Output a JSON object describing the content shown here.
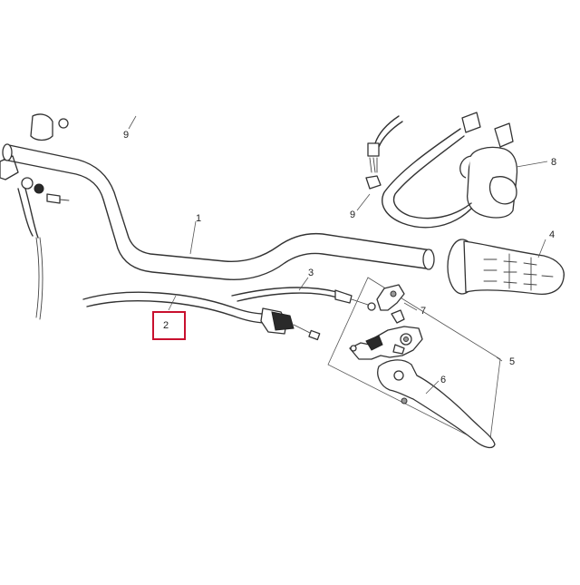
{
  "diagram": {
    "highlight_color": "#c8102e",
    "callouts": [
      {
        "id": "label-1",
        "text": "1"
      },
      {
        "id": "label-2",
        "text": "2"
      },
      {
        "id": "label-3",
        "text": "3"
      },
      {
        "id": "label-4",
        "text": "4"
      },
      {
        "id": "label-5",
        "text": "5"
      },
      {
        "id": "label-6",
        "text": "6"
      },
      {
        "id": "label-7",
        "text": "7"
      },
      {
        "id": "label-8",
        "text": "8"
      },
      {
        "id": "label-9a",
        "text": "9"
      },
      {
        "id": "label-9b",
        "text": "9"
      }
    ]
  }
}
